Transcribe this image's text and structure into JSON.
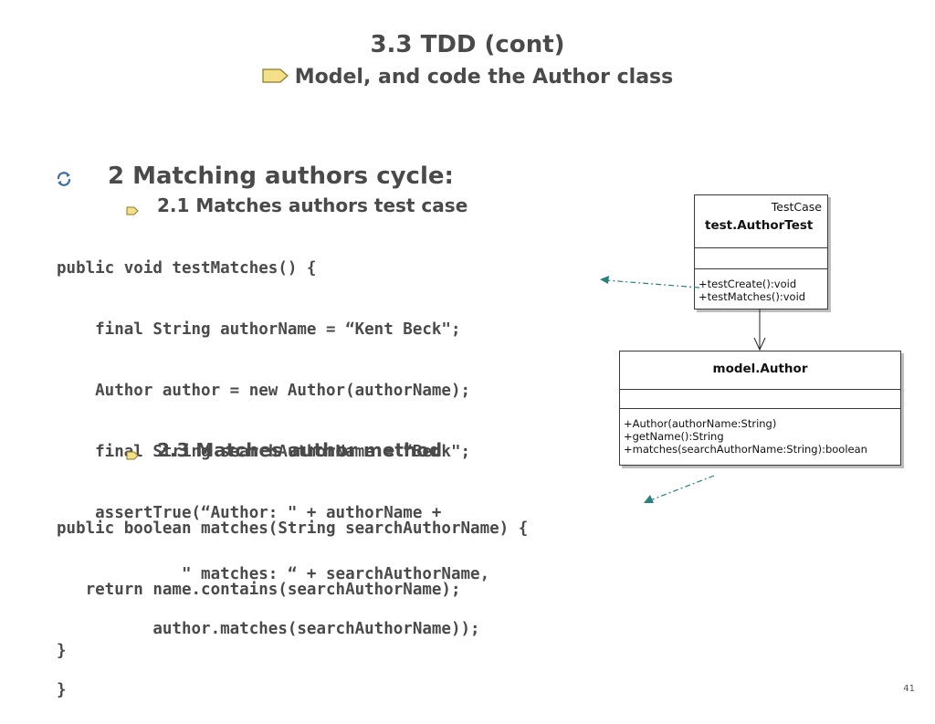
{
  "slide": {
    "title": "3.3 TDD (cont)",
    "subtitle": "Model, and code the Author class",
    "heading": "2 Matching authors cycle:",
    "sub1": "2.1 Matches authors test case",
    "sub2": "2.3 Matches author method",
    "page_number": "41"
  },
  "code1": [
    "public void testMatches() {",
    "    final String authorName = “Kent Beck\";",
    "    Author author = new Author(authorName);",
    "    final String searchAuthorName = “Beck\";",
    "    assertTrue(“Author: \" + authorName +",
    "             \" matches: “ + searchAuthorName,",
    "          author.matches(searchAuthorName));",
    "}"
  ],
  "code2": [
    "public boolean matches(String searchAuthorName) {",
    "   return name.contains(searchAuthorName);",
    "}"
  ],
  "uml": {
    "test_class": {
      "stereotype": "TestCase",
      "name": "test.AuthorTest",
      "methods": [
        "+testCreate():void",
        "+testMatches():void"
      ]
    },
    "model_class": {
      "name": "model.Author",
      "methods": [
        "+Author(authorName:String)",
        "+getName():String",
        "+matches(searchAuthorName:String):boolean"
      ]
    }
  },
  "colors": {
    "accent_arrow": "#f5e08a",
    "link_line": "#2a7f7f"
  }
}
